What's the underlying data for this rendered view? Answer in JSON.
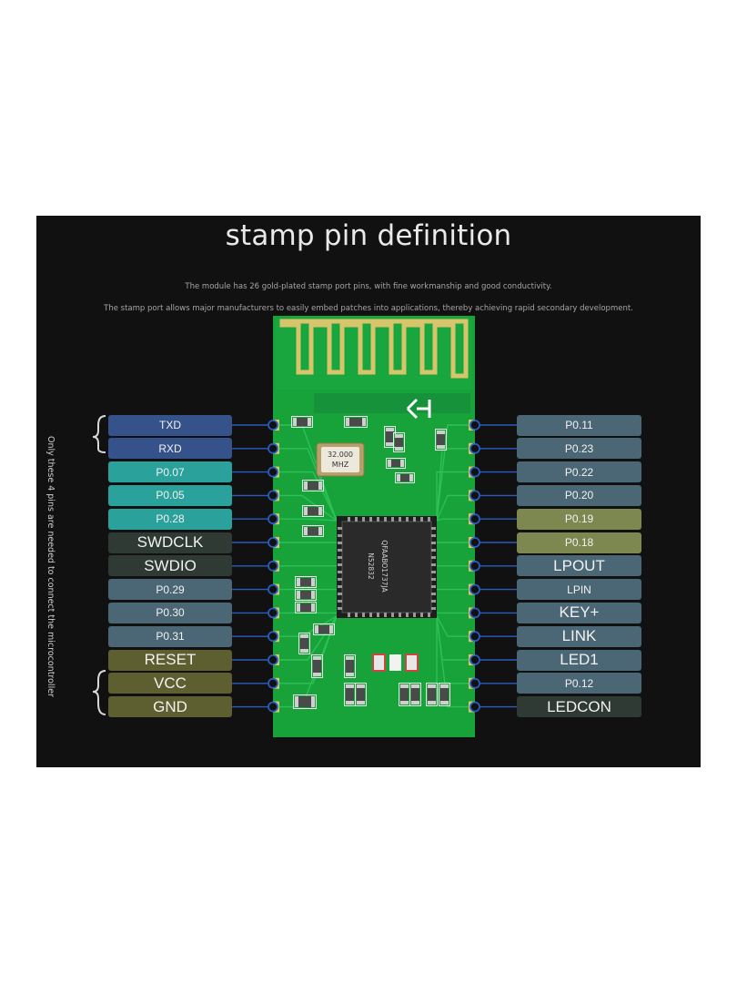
{
  "title": "stamp pin definition",
  "subtitle_1": "The module has 26 gold-plated stamp port pins, with fine workmanship and good conductivity.",
  "subtitle_2": "The stamp port allows major manufacturers to easily embed patches into applications, thereby achieving rapid secondary development.",
  "side_note": "Only these 4 pins are needed to connect the microcontroller",
  "crystal": {
    "line1": "32.000",
    "line2": "MHZ"
  },
  "chip": {
    "line1": "N52832",
    "line2": "QFAABO1737JA"
  },
  "colors": {
    "background": "#111111",
    "pcb": "#17a23a",
    "gold": "#d8c46a",
    "connector": "#2a5bc0",
    "blue": "#35538a",
    "teal": "#2aa19a",
    "dark": "#2f3a34",
    "steel": "#4b6674",
    "olive": "#5e5f30",
    "khaki": "#7d8850"
  },
  "left_pins": [
    {
      "label": "TXD",
      "color": "#35538a",
      "size": "small"
    },
    {
      "label": "RXD",
      "color": "#35538a",
      "size": "small"
    },
    {
      "label": "P0.07",
      "color": "#2aa19a",
      "size": "small"
    },
    {
      "label": "P0.05",
      "color": "#2aa19a",
      "size": "small"
    },
    {
      "label": "P0.28",
      "color": "#2aa19a",
      "size": "small"
    },
    {
      "label": "SWDCLK",
      "color": "#2f3a34",
      "size": "big"
    },
    {
      "label": "SWDIO",
      "color": "#2f3a34",
      "size": "big"
    },
    {
      "label": "P0.29",
      "color": "#4b6674",
      "size": "small"
    },
    {
      "label": "P0.30",
      "color": "#4b6674",
      "size": "small"
    },
    {
      "label": "P0.31",
      "color": "#4b6674",
      "size": "small"
    },
    {
      "label": "RESET",
      "color": "#5e5f30",
      "size": "big"
    },
    {
      "label": "VCC",
      "color": "#5e5f30",
      "size": "big"
    },
    {
      "label": "GND",
      "color": "#5e5f30",
      "size": "big"
    }
  ],
  "right_pins": [
    {
      "label": "P0.11",
      "color": "#4b6674",
      "size": "small"
    },
    {
      "label": "P0.23",
      "color": "#4b6674",
      "size": "small"
    },
    {
      "label": "P0.22",
      "color": "#4b6674",
      "size": "small"
    },
    {
      "label": "P0.20",
      "color": "#4b6674",
      "size": "small"
    },
    {
      "label": "P0.19",
      "color": "#7d8850",
      "size": "small"
    },
    {
      "label": "P0.18",
      "color": "#7d8850",
      "size": "small"
    },
    {
      "label": "LPOUT",
      "color": "#4b6674",
      "size": "big"
    },
    {
      "label": "LPIN",
      "color": "#4b6674",
      "size": "small"
    },
    {
      "label": "KEY+",
      "color": "#4b6674",
      "size": "big"
    },
    {
      "label": "LINK",
      "color": "#4b6674",
      "size": "big"
    },
    {
      "label": "LED1",
      "color": "#4b6674",
      "size": "big"
    },
    {
      "label": "P0.12",
      "color": "#4b6674",
      "size": "small"
    },
    {
      "label": "LEDCON",
      "color": "#2f3a34",
      "size": "big"
    }
  ]
}
